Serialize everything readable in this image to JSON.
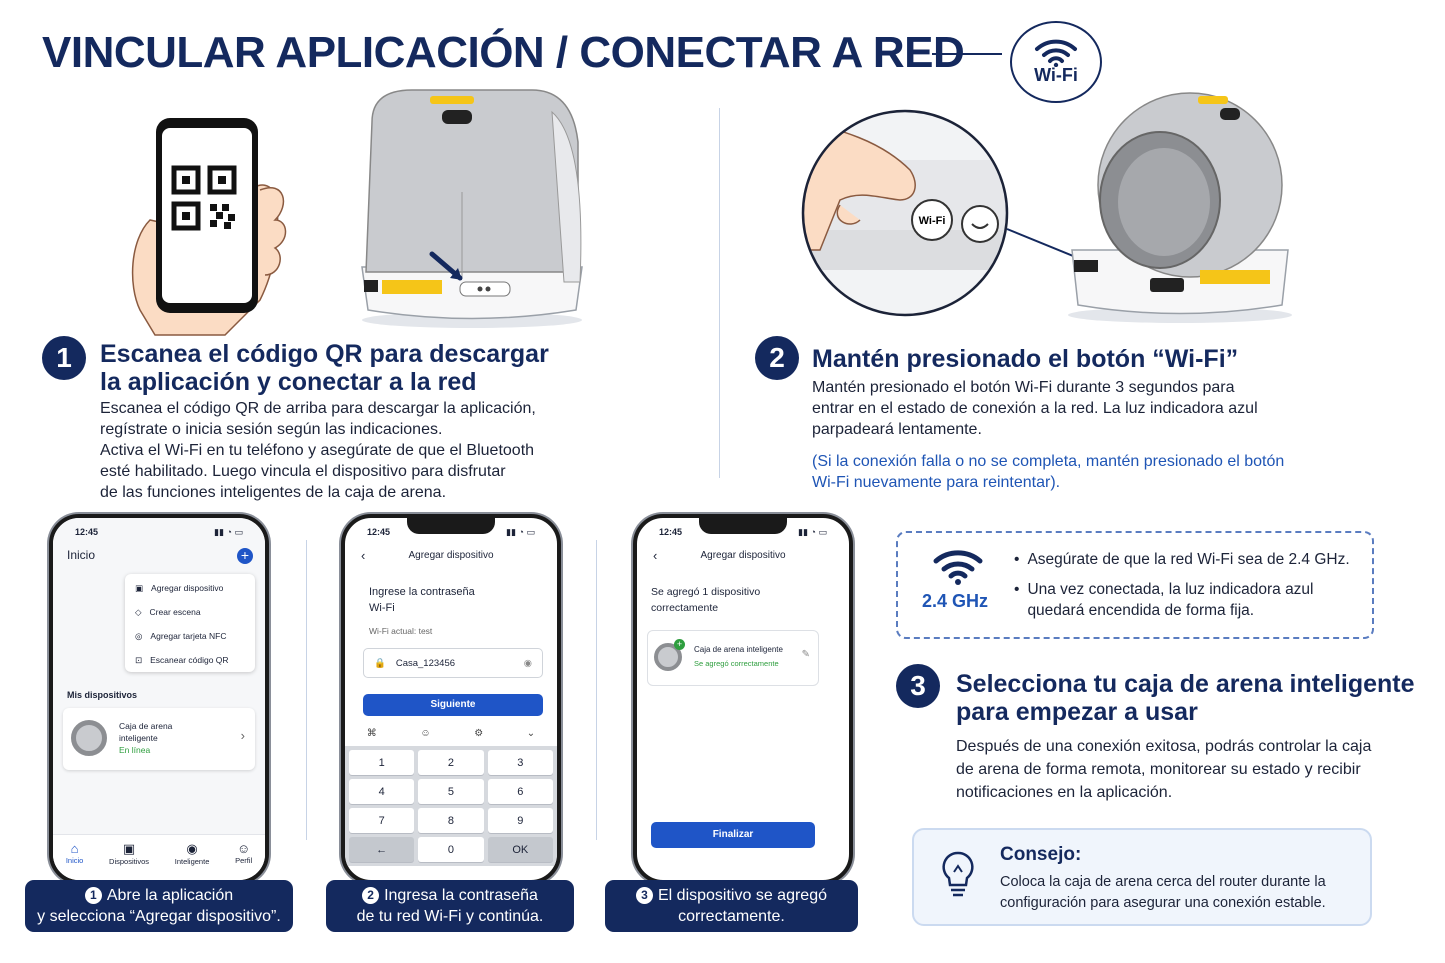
{
  "title": "VINCULAR APLICACIÓN / CONECTAR A RED",
  "wifi_badge": "Wi-Fi",
  "step1": {
    "num": "1",
    "heading_line1": "Escanea el código QR para descargar",
    "heading_line2": "la aplicación y conectar a la red",
    "p1": "Escanea el código QR de arriba para descargar la aplicación,",
    "p2": "regístrate o inicia sesión según las indicaciones.",
    "p3": "Activa el Wi-Fi en tu teléfono y asegúrate de que el Bluetooth",
    "p4": "esté habilitado. Luego vincula el dispositivo para disfrutar",
    "p5": "de las funciones inteligentes de la caja de arena."
  },
  "step2": {
    "num": "2",
    "heading": "Mantén presionado el botón “Wi-Fi”",
    "p1": "Mantén presionado el botón Wi-Fi durante 3 segundos para",
    "p2": "entrar en el estado de conexión a la red. La luz indicadora azul",
    "p3": "parpadeará lentamente.",
    "note1": "(Si la conexión falla o no se completa, mantén presionado el botón",
    "note2": "Wi-Fi nuevamente para reintentar).",
    "button_label": "Wi-Fi"
  },
  "info": {
    "band": "2.4 GHz",
    "bullet1": "Asegúrate de que la red Wi-Fi sea de 2.4 GHz.",
    "bullet2a": "Una vez conectada, la luz indicadora azul",
    "bullet2b": "quedará encendida de forma fija."
  },
  "step3": {
    "num": "3",
    "heading_line1": "Selecciona tu caja de arena inteligente",
    "heading_line2": "para empezar a usar",
    "p1": "Después de una conexión exitosa, podrás controlar la caja",
    "p2": "de arena de forma remota, monitorear su estado y recibir",
    "p3": "notificaciones en la aplicación."
  },
  "tip": {
    "title": "Consejo:",
    "line1": "Coloca la caja de arena cerca del router durante la",
    "line2": "configuración para asegurar una conexión estable."
  },
  "phone1": {
    "time": "12:45",
    "header": "Inicio",
    "menu": [
      "Agregar dispositivo",
      "Crear escena",
      "Agregar tarjeta NFC",
      "Escanear código QR"
    ],
    "section": "Mis dispositivos",
    "device_name1": "Caja de arena",
    "device_name2": "inteligente",
    "device_status": "En línea",
    "tabs": [
      "Inicio",
      "Dispositivos",
      "Inteligente",
      "Perfil"
    ],
    "caption_num": "1",
    "caption1": "Abre la aplicación",
    "caption2": "y selecciona “Agregar dispositivo”."
  },
  "phone2": {
    "time": "12:45",
    "header": "Agregar dispositivo",
    "prompt1": "Ingrese la contraseña",
    "prompt2": "Wi-Fi",
    "current_wifi": "Wi-Fi actual:  test",
    "password": "Casa_123456",
    "next": "Siguiente",
    "keys": [
      "1",
      "2",
      "3",
      "4",
      "5",
      "6",
      "7",
      "8",
      "9",
      "←",
      "0",
      "OK"
    ],
    "caption_num": "2",
    "caption1": "Ingresa la contraseña",
    "caption2": "de tu red Wi-Fi y continúa."
  },
  "phone3": {
    "time": "12:45",
    "header": "Agregar dispositivo",
    "msg1": "Se agregó 1 dispositivo",
    "msg2": "correctamente",
    "device": "Caja de arena inteligente",
    "device_status": "Se agregó correctamente",
    "finish": "Finalizar",
    "caption_num": "3",
    "caption1": "El dispositivo se agregó",
    "caption2": "correctamente."
  },
  "colors": {
    "navy": "#14295e",
    "accent_blue": "#1f55c7",
    "online_green": "#2e9e3e",
    "yellow": "#f5c518"
  }
}
